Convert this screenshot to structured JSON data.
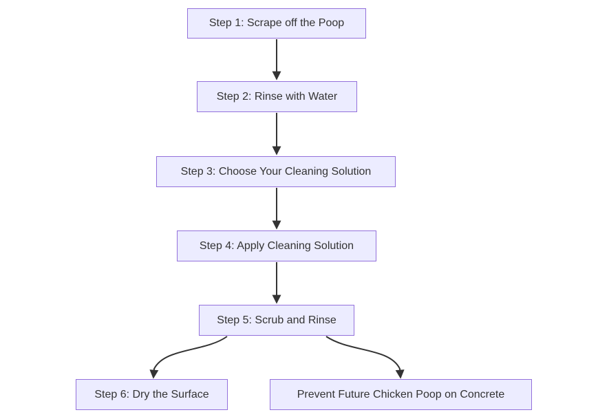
{
  "diagram": {
    "type": "flowchart",
    "direction": "top-down",
    "nodes": [
      {
        "id": "step1",
        "label": "Step 1: Scrape off the Poop"
      },
      {
        "id": "step2",
        "label": "Step 2: Rinse with Water"
      },
      {
        "id": "step3",
        "label": "Step 3: Choose Your Cleaning Solution"
      },
      {
        "id": "step4",
        "label": "Step 4: Apply Cleaning Solution"
      },
      {
        "id": "step5",
        "label": "Step 5: Scrub and Rinse"
      },
      {
        "id": "step6",
        "label": "Step 6: Dry the Surface"
      },
      {
        "id": "prevent",
        "label": "Prevent Future Chicken Poop on Concrete"
      }
    ],
    "edges": [
      {
        "from": "step1",
        "to": "step2"
      },
      {
        "from": "step2",
        "to": "step3"
      },
      {
        "from": "step3",
        "to": "step4"
      },
      {
        "from": "step4",
        "to": "step5"
      },
      {
        "from": "step5",
        "to": "step6"
      },
      {
        "from": "step5",
        "to": "prevent"
      }
    ],
    "colors": {
      "node_fill": "#ECECFF",
      "node_border": "#9370DB",
      "text": "#333333",
      "arrow": "#333333",
      "background": "#ffffff"
    }
  }
}
